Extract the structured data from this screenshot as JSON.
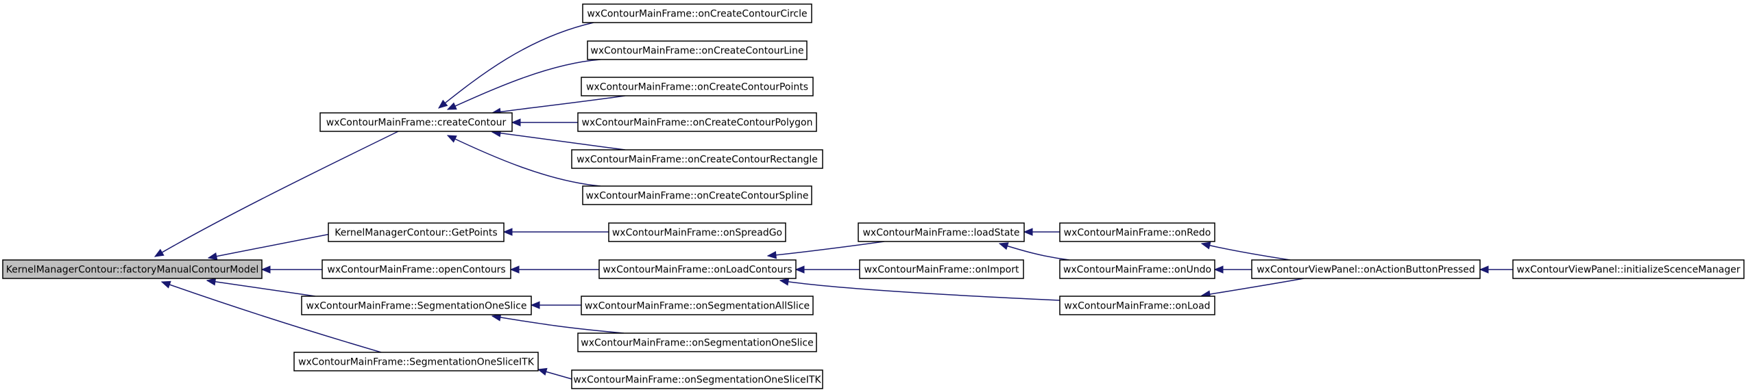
{
  "graph": {
    "type": "caller-graph",
    "colors": {
      "edge": "#191970",
      "root_fill": "#bfbfbf",
      "node_fill": "#ffffff",
      "border": "#000000"
    },
    "nodes": [
      {
        "id": "n0",
        "label": "KernelManagerContour::factoryManualContourModel",
        "root": true
      },
      {
        "id": "n1",
        "label": "wxContourMainFrame::createContour"
      },
      {
        "id": "n2",
        "label": "KernelManagerContour::GetPoints"
      },
      {
        "id": "n3",
        "label": "wxContourMainFrame::openContours"
      },
      {
        "id": "n4",
        "label": "wxContourMainFrame::SegmentationOneSlice"
      },
      {
        "id": "n5",
        "label": "wxContourMainFrame::SegmentationOneSliceITK"
      },
      {
        "id": "n6",
        "label": "wxContourMainFrame::onCreateContourCircle"
      },
      {
        "id": "n7",
        "label": "wxContourMainFrame::onCreateContourLine"
      },
      {
        "id": "n8",
        "label": "wxContourMainFrame::onCreateContourPoints"
      },
      {
        "id": "n9",
        "label": "wxContourMainFrame::onCreateContourPolygon"
      },
      {
        "id": "n10",
        "label": "wxContourMainFrame::onCreateContourRectangle"
      },
      {
        "id": "n11",
        "label": "wxContourMainFrame::onCreateContourSpline"
      },
      {
        "id": "n12",
        "label": "wxContourMainFrame::onSpreadGo"
      },
      {
        "id": "n13",
        "label": "wxContourMainFrame::onLoadContours"
      },
      {
        "id": "n14",
        "label": "wxContourMainFrame::onSegmentationAllSlice"
      },
      {
        "id": "n15",
        "label": "wxContourMainFrame::onSegmentationOneSlice"
      },
      {
        "id": "n16",
        "label": "wxContourMainFrame::onSegmentationOneSliceITK"
      },
      {
        "id": "n17",
        "label": "wxContourMainFrame::loadState"
      },
      {
        "id": "n18",
        "label": "wxContourMainFrame::onImport"
      },
      {
        "id": "n19",
        "label": "wxContourMainFrame::onRedo"
      },
      {
        "id": "n20",
        "label": "wxContourMainFrame::onUndo"
      },
      {
        "id": "n21",
        "label": "wxContourMainFrame::onLoad"
      },
      {
        "id": "n22",
        "label": "wxContourViewPanel::onActionButtonPressed"
      },
      {
        "id": "n23",
        "label": "wxContourViewPanel::initializeScenceManager"
      }
    ],
    "edges": [
      {
        "from": "n1",
        "to": "n0"
      },
      {
        "from": "n2",
        "to": "n0"
      },
      {
        "from": "n3",
        "to": "n0"
      },
      {
        "from": "n4",
        "to": "n0"
      },
      {
        "from": "n5",
        "to": "n0"
      },
      {
        "from": "n6",
        "to": "n1"
      },
      {
        "from": "n7",
        "to": "n1"
      },
      {
        "from": "n8",
        "to": "n1"
      },
      {
        "from": "n9",
        "to": "n1"
      },
      {
        "from": "n10",
        "to": "n1"
      },
      {
        "from": "n11",
        "to": "n1"
      },
      {
        "from": "n12",
        "to": "n2"
      },
      {
        "from": "n13",
        "to": "n3"
      },
      {
        "from": "n14",
        "to": "n4"
      },
      {
        "from": "n15",
        "to": "n4"
      },
      {
        "from": "n16",
        "to": "n5"
      },
      {
        "from": "n17",
        "to": "n13"
      },
      {
        "from": "n18",
        "to": "n13"
      },
      {
        "from": "n21",
        "to": "n13"
      },
      {
        "from": "n19",
        "to": "n17"
      },
      {
        "from": "n20",
        "to": "n17"
      },
      {
        "from": "n22",
        "to": "n19"
      },
      {
        "from": "n22",
        "to": "n20"
      },
      {
        "from": "n22",
        "to": "n21"
      },
      {
        "from": "n23",
        "to": "n22"
      }
    ]
  }
}
